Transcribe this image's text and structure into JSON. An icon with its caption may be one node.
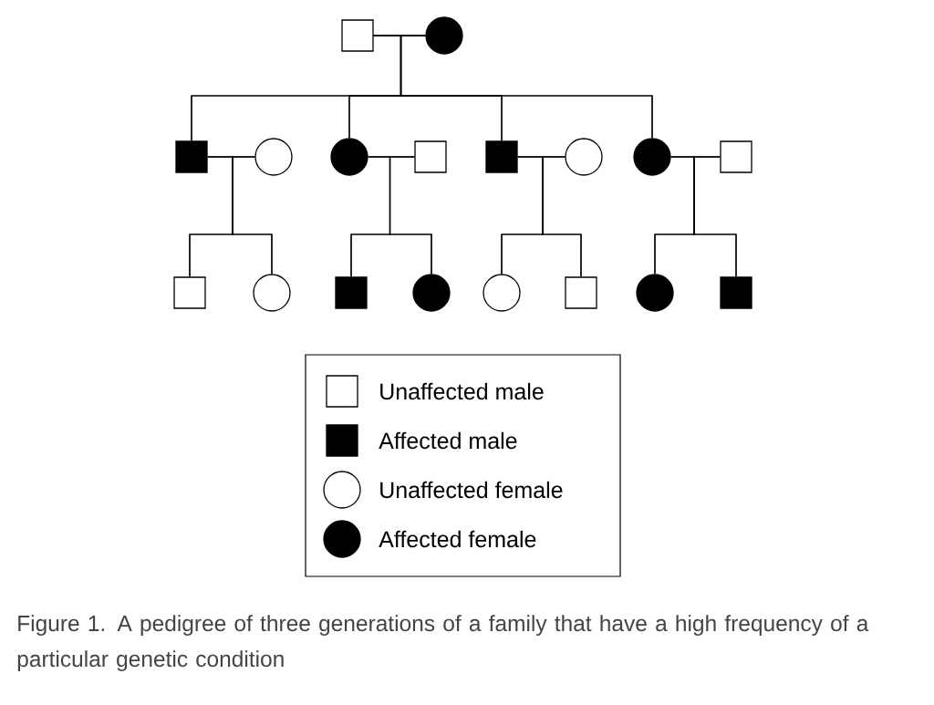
{
  "diagram": {
    "caption": "Figure 1. A pedigree of three generations of a family that have a high frequency of a particular genetic condition",
    "nodes": [
      {
        "text": [],
        "shape": "box"
      },
      {
        "text": [],
        "shape": "circle"
      },
      {
        "text": [],
        "shape": "box"
      },
      {
        "text": [],
        "shape": "circle"
      },
      {
        "text": [],
        "shape": "circle"
      },
      {
        "text": [],
        "shape": "box"
      },
      {
        "text": [],
        "shape": "box"
      },
      {
        "text": [],
        "shape": "circle"
      },
      {
        "text": [],
        "shape": "circle"
      },
      {
        "text": [],
        "shape": "box"
      },
      {
        "text": [],
        "shape": "box"
      },
      {
        "text": [],
        "shape": "circle"
      },
      {
        "text": [],
        "shape": "box"
      },
      {
        "text": [],
        "shape": "circle"
      },
      {
        "text": [],
        "shape": "circle"
      },
      {
        "text": [],
        "shape": "box"
      },
      {
        "text": [],
        "shape": "circle"
      },
      {
        "text": [],
        "shape": "box"
      }
    ],
    "edges": [
      {
        "from": 0,
        "to": 1,
        "arrow": "none"
      },
      {
        "from": 2,
        "to": 3,
        "arrow": "none"
      },
      {
        "from": 4,
        "to": 5,
        "arrow": "none"
      },
      {
        "from": 6,
        "to": 7,
        "arrow": "none"
      },
      {
        "from": 8,
        "to": 9,
        "arrow": "none"
      },
      {
        "from": 0,
        "to": 2,
        "arrow": "none"
      },
      {
        "from": 1,
        "to": 2,
        "arrow": "none"
      },
      {
        "from": 0,
        "to": 4,
        "arrow": "none"
      },
      {
        "from": 1,
        "to": 4,
        "arrow": "none"
      },
      {
        "from": 0,
        "to": 6,
        "arrow": "none"
      },
      {
        "from": 1,
        "to": 6,
        "arrow": "none"
      },
      {
        "from": 0,
        "to": 8,
        "arrow": "none"
      },
      {
        "from": 1,
        "to": 8,
        "arrow": "none"
      },
      {
        "from": 2,
        "to": 10,
        "arrow": "none"
      },
      {
        "from": 3,
        "to": 10,
        "arrow": "none"
      },
      {
        "from": 2,
        "to": 11,
        "arrow": "none"
      },
      {
        "from": 3,
        "to": 11,
        "arrow": "none"
      },
      {
        "from": 4,
        "to": 12,
        "arrow": "none"
      },
      {
        "from": 5,
        "to": 12,
        "arrow": "none"
      },
      {
        "from": 4,
        "to": 13,
        "arrow": "none"
      },
      {
        "from": 5,
        "to": 13,
        "arrow": "none"
      },
      {
        "from": 6,
        "to": 14,
        "arrow": "none"
      },
      {
        "from": 7,
        "to": 14,
        "arrow": "none"
      },
      {
        "from": 6,
        "to": 15,
        "arrow": "none"
      },
      {
        "from": 7,
        "to": 15,
        "arrow": "none"
      },
      {
        "from": 8,
        "to": 16,
        "arrow": "none"
      },
      {
        "from": 9,
        "to": 16,
        "arrow": "none"
      },
      {
        "from": 8,
        "to": 17,
        "arrow": "none"
      },
      {
        "from": 9,
        "to": 17,
        "arrow": "none"
      }
    ],
    "legend": [
      {
        "text": "Unaffected male"
      },
      {
        "text": "Affected male"
      },
      {
        "text": "Unaffected female"
      },
      {
        "text": "Affected female"
      }
    ]
  }
}
